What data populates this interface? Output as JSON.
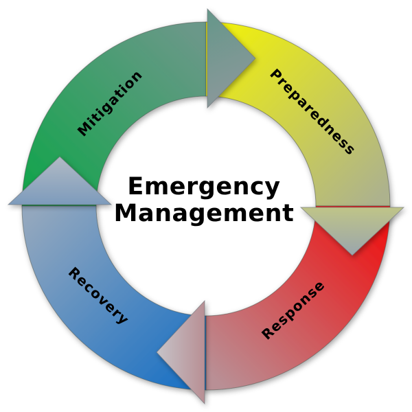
{
  "diagram": {
    "type": "cycle-diagram",
    "background": "#ffffff",
    "center_title": {
      "line1": "Emergency",
      "line2": "Management",
      "color": "#000000"
    },
    "phases": {
      "mitigation": {
        "label": "Mitigation",
        "position": "top-left",
        "band_start_color": "#13a44c",
        "band_end_color": "#6b9889",
        "arrow_start_color": "#649789",
        "arrow_end_color": "#92989e"
      },
      "preparedness": {
        "label": "Preparedness",
        "position": "top-right",
        "band_start_color": "#f0f00c",
        "band_end_color": "#adb28d",
        "arrow_start_color": "#bfc488",
        "arrow_end_color": "#9aa5ad"
      },
      "response": {
        "label": "Response",
        "position": "bottom-right",
        "band_start_color": "#ee1212",
        "band_end_color": "#b98f95",
        "arrow_start_color": "#b88f94",
        "arrow_end_color": "#c6c4c9"
      },
      "recovery": {
        "label": "Recovery",
        "position": "bottom-left",
        "band_start_color": "#1b71c4",
        "band_end_color": "#92a7be",
        "arrow_start_color": "#7d9bbc",
        "arrow_end_color": "#b1bac4"
      }
    },
    "flow_order": "Mitigation → Preparedness → Response → Recovery → Mitigation"
  }
}
